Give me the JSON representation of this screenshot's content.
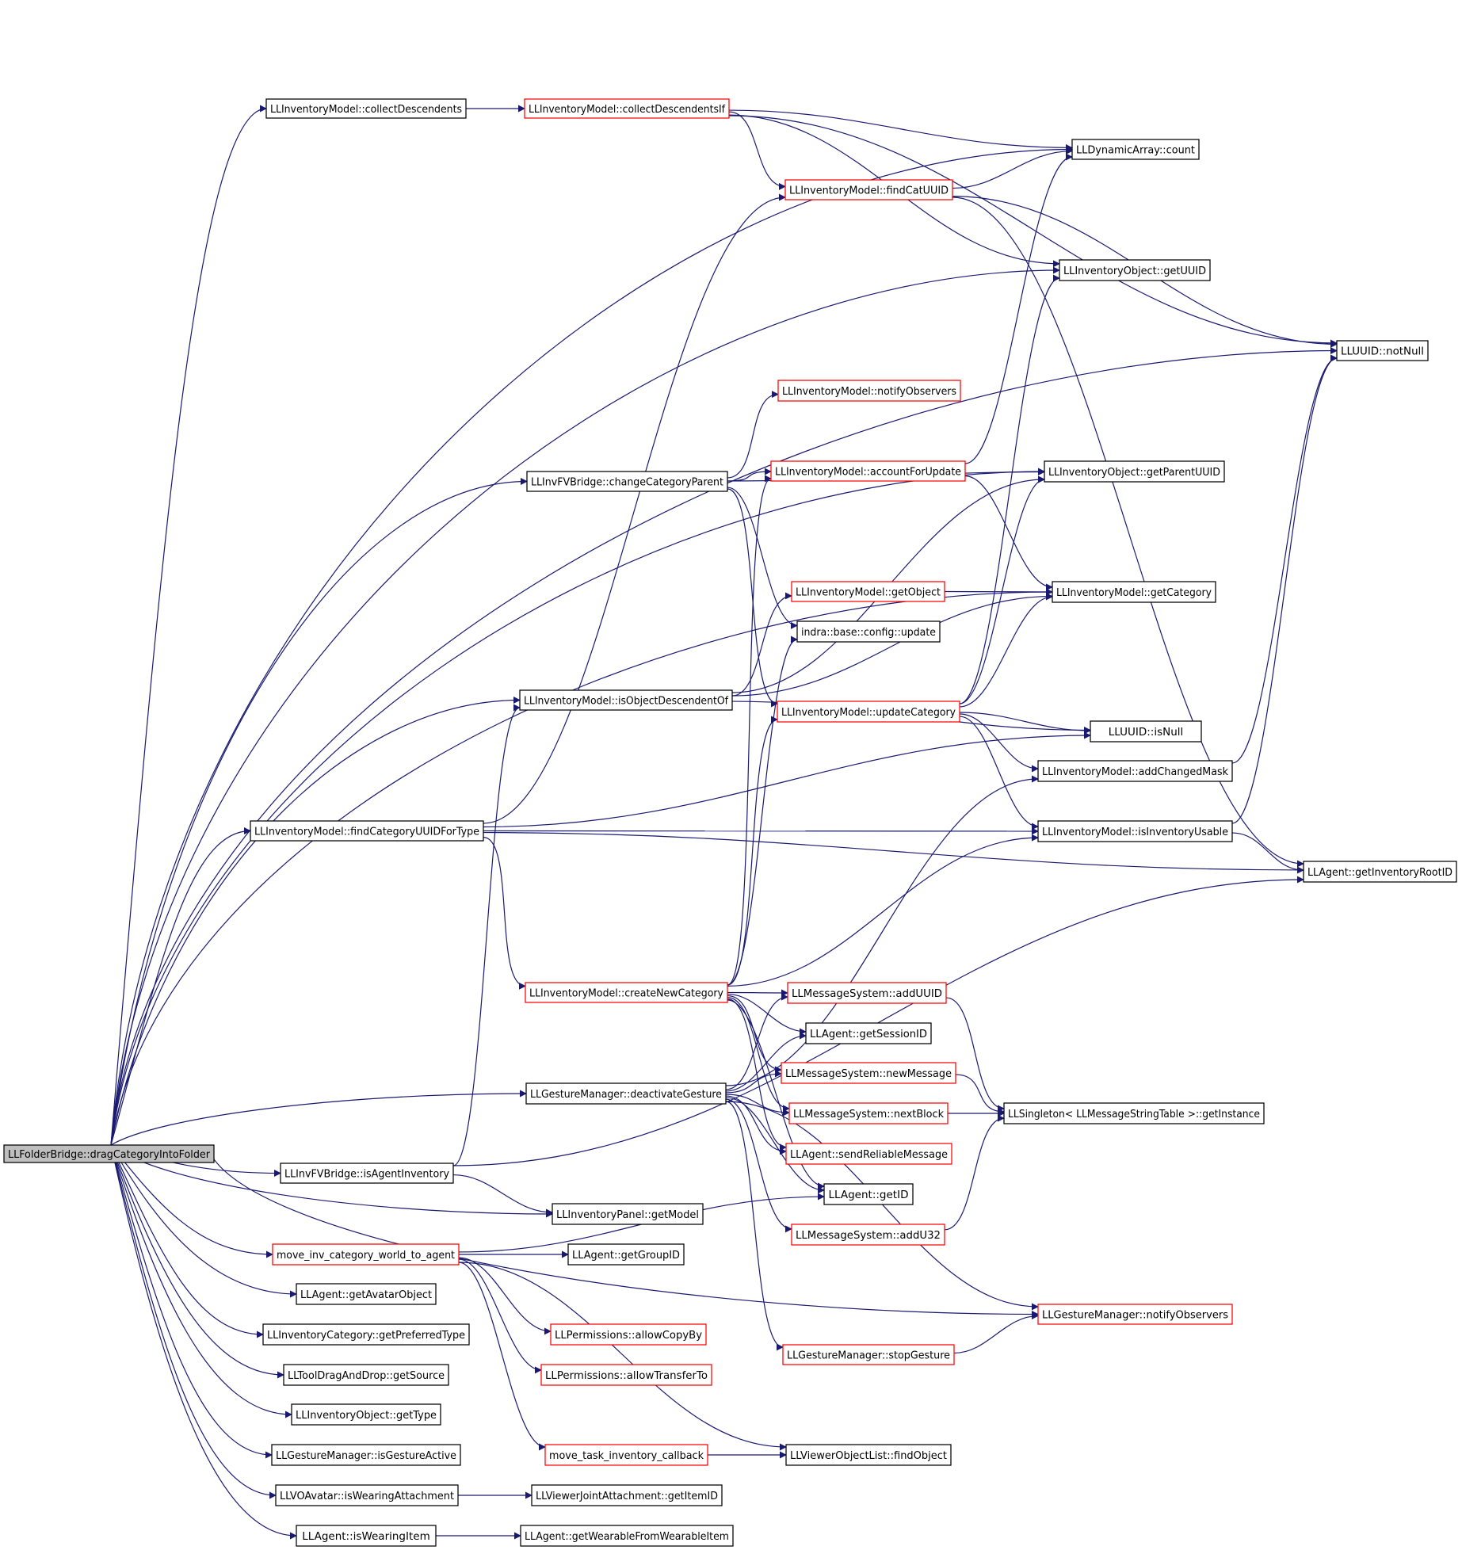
{
  "colors": {
    "edge": "#191970",
    "node_border_default": "#000000",
    "node_border_truncated": "#ff0000",
    "root_fill": "#bfbfbf",
    "node_fill": "#ffffff"
  },
  "nodes": [
    {
      "id": "root",
      "label": "LLFolderBridge::dragCategoryIntoFolder",
      "kind": "root"
    },
    {
      "id": "collectDescendents",
      "label": "LLInventoryModel::collectDescendents",
      "kind": "normal"
    },
    {
      "id": "collectDescendentsIf",
      "label": "LLInventoryModel::collectDescendentsIf",
      "kind": "truncated"
    },
    {
      "id": "dynCount",
      "label": "LLDynamicArray::count",
      "kind": "normal"
    },
    {
      "id": "findCatUUID",
      "label": "LLInventoryModel::findCatUUID",
      "kind": "truncated"
    },
    {
      "id": "getUUID",
      "label": "LLInventoryObject::getUUID",
      "kind": "normal"
    },
    {
      "id": "notNull",
      "label": "LLUUID::notNull",
      "kind": "normal"
    },
    {
      "id": "notifyObservers",
      "label": "LLInventoryModel::notifyObservers",
      "kind": "truncated"
    },
    {
      "id": "changeCategoryParent",
      "label": "LLInvFVBridge::changeCategoryParent",
      "kind": "normal"
    },
    {
      "id": "accountForUpdate",
      "label": "LLInventoryModel::accountForUpdate",
      "kind": "truncated"
    },
    {
      "id": "getParentUUID",
      "label": "LLInventoryObject::getParentUUID",
      "kind": "normal"
    },
    {
      "id": "getObject",
      "label": "LLInventoryModel::getObject",
      "kind": "truncated"
    },
    {
      "id": "getCategory",
      "label": "LLInventoryModel::getCategory",
      "kind": "normal"
    },
    {
      "id": "configUpdate",
      "label": "indra::base::config::update",
      "kind": "normal"
    },
    {
      "id": "isObjectDescendentOf",
      "label": "LLInventoryModel::isObjectDescendentOf",
      "kind": "normal"
    },
    {
      "id": "updateCategory",
      "label": "LLInventoryModel::updateCategory",
      "kind": "truncated"
    },
    {
      "id": "isNull",
      "label": "LLUUID::isNull",
      "kind": "normal"
    },
    {
      "id": "addChangedMask",
      "label": "LLInventoryModel::addChangedMask",
      "kind": "normal"
    },
    {
      "id": "findCategoryUUIDForType",
      "label": "LLInventoryModel::findCategoryUUIDForType",
      "kind": "normal"
    },
    {
      "id": "isInventoryUsable",
      "label": "LLInventoryModel::isInventoryUsable",
      "kind": "normal"
    },
    {
      "id": "getInventoryRootID",
      "label": "LLAgent::getInventoryRootID",
      "kind": "normal"
    },
    {
      "id": "createNewCategory",
      "label": "LLInventoryModel::createNewCategory",
      "kind": "truncated"
    },
    {
      "id": "addUUID",
      "label": "LLMessageSystem::addUUID",
      "kind": "truncated"
    },
    {
      "id": "getSessionID",
      "label": "LLAgent::getSessionID",
      "kind": "normal"
    },
    {
      "id": "newMessage",
      "label": "LLMessageSystem::newMessage",
      "kind": "truncated"
    },
    {
      "id": "deactivateGesture",
      "label": "LLGestureManager::deactivateGesture",
      "kind": "normal"
    },
    {
      "id": "nextBlock",
      "label": "LLMessageSystem::nextBlock",
      "kind": "truncated"
    },
    {
      "id": "getInstance",
      "label": "LLSingleton< LLMessageStringTable >::getInstance",
      "kind": "normal"
    },
    {
      "id": "sendReliableMessage",
      "label": "LLAgent::sendReliableMessage",
      "kind": "truncated"
    },
    {
      "id": "isAgentInventory",
      "label": "LLInvFVBridge::isAgentInventory",
      "kind": "normal"
    },
    {
      "id": "getID",
      "label": "LLAgent::getID",
      "kind": "normal"
    },
    {
      "id": "getModel",
      "label": "LLInventoryPanel::getModel",
      "kind": "normal"
    },
    {
      "id": "addU32",
      "label": "LLMessageSystem::addU32",
      "kind": "truncated"
    },
    {
      "id": "moveInvCategory",
      "label": "move_inv_category_world_to_agent",
      "kind": "truncated"
    },
    {
      "id": "getGroupID",
      "label": "LLAgent::getGroupID",
      "kind": "normal"
    },
    {
      "id": "getAvatarObject",
      "label": "LLAgent::getAvatarObject",
      "kind": "normal"
    },
    {
      "id": "gestureNotifyObservers",
      "label": "LLGestureManager::notifyObservers",
      "kind": "truncated"
    },
    {
      "id": "getPreferredType",
      "label": "LLInventoryCategory::getPreferredType",
      "kind": "normal"
    },
    {
      "id": "allowCopyBy",
      "label": "LLPermissions::allowCopyBy",
      "kind": "truncated"
    },
    {
      "id": "stopGesture",
      "label": "LLGestureManager::stopGesture",
      "kind": "truncated"
    },
    {
      "id": "getSource",
      "label": "LLToolDragAndDrop::getSource",
      "kind": "normal"
    },
    {
      "id": "allowTransferTo",
      "label": "LLPermissions::allowTransferTo",
      "kind": "truncated"
    },
    {
      "id": "getType",
      "label": "LLInventoryObject::getType",
      "kind": "normal"
    },
    {
      "id": "isGestureActive",
      "label": "LLGestureManager::isGestureActive",
      "kind": "normal"
    },
    {
      "id": "moveTaskInventoryCallback",
      "label": "move_task_inventory_callback",
      "kind": "truncated"
    },
    {
      "id": "findObject",
      "label": "LLViewerObjectList::findObject",
      "kind": "normal"
    },
    {
      "id": "isWearingAttachment",
      "label": "LLVOAvatar::isWearingAttachment",
      "kind": "normal"
    },
    {
      "id": "getItemID",
      "label": "LLViewerJointAttachment::getItemID",
      "kind": "normal"
    },
    {
      "id": "isWearingItem",
      "label": "LLAgent::isWearingItem",
      "kind": "normal"
    },
    {
      "id": "getWearableFromWearableItem",
      "label": "LLAgent::getWearableFromWearableItem",
      "kind": "normal"
    }
  ],
  "edges": [
    [
      "root",
      "collectDescendents"
    ],
    [
      "root",
      "dynCount"
    ],
    [
      "root",
      "getUUID"
    ],
    [
      "root",
      "getParentUUID"
    ],
    [
      "root",
      "notNull"
    ],
    [
      "root",
      "changeCategoryParent"
    ],
    [
      "root",
      "getCategory"
    ],
    [
      "root",
      "isObjectDescendentOf"
    ],
    [
      "root",
      "findCategoryUUIDForType"
    ],
    [
      "root",
      "deactivateGesture"
    ],
    [
      "root",
      "isAgentInventory"
    ],
    [
      "root",
      "getModel"
    ],
    [
      "root",
      "moveInvCategory"
    ],
    [
      "root",
      "getAvatarObject"
    ],
    [
      "root",
      "getPreferredType"
    ],
    [
      "root",
      "getSource"
    ],
    [
      "root",
      "getType"
    ],
    [
      "root",
      "isGestureActive"
    ],
    [
      "root",
      "isWearingAttachment"
    ],
    [
      "root",
      "isWearingItem"
    ],
    [
      "root",
      "gestureNotifyObservers"
    ],
    [
      "collectDescendents",
      "collectDescendentsIf"
    ],
    [
      "collectDescendentsIf",
      "dynCount"
    ],
    [
      "collectDescendentsIf",
      "findCatUUID"
    ],
    [
      "collectDescendentsIf",
      "getUUID"
    ],
    [
      "collectDescendentsIf",
      "notNull"
    ],
    [
      "findCatUUID",
      "dynCount"
    ],
    [
      "findCatUUID",
      "notNull"
    ],
    [
      "findCatUUID",
      "getInventoryRootID"
    ],
    [
      "changeCategoryParent",
      "notifyObservers"
    ],
    [
      "changeCategoryParent",
      "accountForUpdate"
    ],
    [
      "changeCategoryParent",
      "getParentUUID"
    ],
    [
      "changeCategoryParent",
      "configUpdate"
    ],
    [
      "changeCategoryParent",
      "updateCategory"
    ],
    [
      "accountForUpdate",
      "dynCount"
    ],
    [
      "accountForUpdate",
      "getCategory"
    ],
    [
      "getObject",
      "getCategory"
    ],
    [
      "isObjectDescendentOf",
      "getObject"
    ],
    [
      "isObjectDescendentOf",
      "getParentUUID"
    ],
    [
      "isObjectDescendentOf",
      "getCategory"
    ],
    [
      "isObjectDescendentOf",
      "isNull"
    ],
    [
      "updateCategory",
      "isNull"
    ],
    [
      "updateCategory",
      "addChangedMask"
    ],
    [
      "updateCategory",
      "isInventoryUsable"
    ],
    [
      "updateCategory",
      "getUUID"
    ],
    [
      "updateCategory",
      "getParentUUID"
    ],
    [
      "updateCategory",
      "getCategory"
    ],
    [
      "findCategoryUUIDForType",
      "findCatUUID"
    ],
    [
      "findCategoryUUIDForType",
      "isNull"
    ],
    [
      "findCategoryUUIDForType",
      "isInventoryUsable"
    ],
    [
      "findCategoryUUIDForType",
      "getInventoryRootID"
    ],
    [
      "findCategoryUUIDForType",
      "createNewCategory"
    ],
    [
      "addChangedMask",
      "notNull"
    ],
    [
      "isInventoryUsable",
      "notNull"
    ],
    [
      "isInventoryUsable",
      "getInventoryRootID"
    ],
    [
      "createNewCategory",
      "accountForUpdate"
    ],
    [
      "createNewCategory",
      "configUpdate"
    ],
    [
      "createNewCategory",
      "updateCategory"
    ],
    [
      "createNewCategory",
      "isInventoryUsable"
    ],
    [
      "createNewCategory",
      "addUUID"
    ],
    [
      "createNewCategory",
      "getSessionID"
    ],
    [
      "createNewCategory",
      "newMessage"
    ],
    [
      "createNewCategory",
      "nextBlock"
    ],
    [
      "createNewCategory",
      "sendReliableMessage"
    ],
    [
      "createNewCategory",
      "getID"
    ],
    [
      "addUUID",
      "getInstance"
    ],
    [
      "newMessage",
      "getInstance"
    ],
    [
      "nextBlock",
      "getInstance"
    ],
    [
      "addU32",
      "getInstance"
    ],
    [
      "deactivateGesture",
      "addUUID"
    ],
    [
      "deactivateGesture",
      "getSessionID"
    ],
    [
      "deactivateGesture",
      "newMessage"
    ],
    [
      "deactivateGesture",
      "nextBlock"
    ],
    [
      "deactivateGesture",
      "sendReliableMessage"
    ],
    [
      "deactivateGesture",
      "getID"
    ],
    [
      "deactivateGesture",
      "addU32"
    ],
    [
      "deactivateGesture",
      "addChangedMask"
    ],
    [
      "deactivateGesture",
      "stopGesture"
    ],
    [
      "deactivateGesture",
      "gestureNotifyObservers"
    ],
    [
      "stopGesture",
      "gestureNotifyObservers"
    ],
    [
      "isAgentInventory",
      "isObjectDescendentOf"
    ],
    [
      "isAgentInventory",
      "getModel"
    ],
    [
      "isAgentInventory",
      "getInventoryRootID"
    ],
    [
      "moveInvCategory",
      "getGroupID"
    ],
    [
      "moveInvCategory",
      "getID"
    ],
    [
      "moveInvCategory",
      "allowCopyBy"
    ],
    [
      "moveInvCategory",
      "allowTransferTo"
    ],
    [
      "moveInvCategory",
      "moveTaskInventoryCallback"
    ],
    [
      "moveInvCategory",
      "findObject"
    ],
    [
      "moveTaskInventoryCallback",
      "findObject"
    ],
    [
      "isWearingAttachment",
      "getItemID"
    ],
    [
      "isWearingItem",
      "getWearableFromWearableItem"
    ]
  ]
}
